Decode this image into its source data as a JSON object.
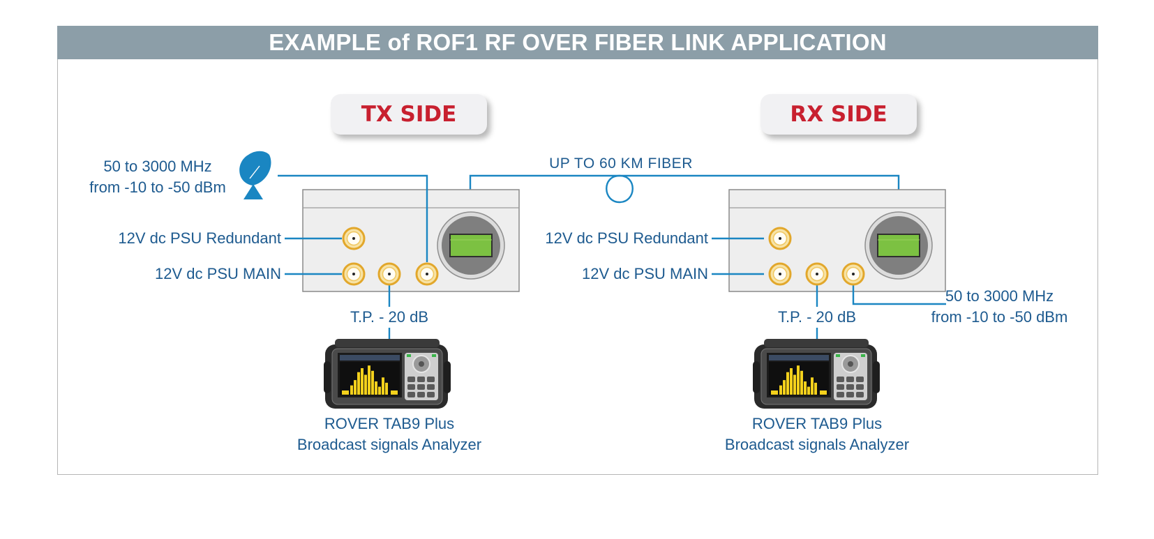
{
  "title": "EXAMPLE of ROF1 RF OVER FIBER LINK APPLICATION",
  "colors": {
    "banner": "#8c9ea8",
    "line": "#1a86c2",
    "text": "#1d5a8f",
    "side_label": "#c8202f",
    "connector_gold": "#e2a72b",
    "lcd_green": "#7cc142",
    "box_fill": "#eeeeee"
  },
  "fiber_label": "UP TO 60 KM FIBER",
  "tx": {
    "side_label": "TX SIDE",
    "rf_input": {
      "line1": "50 to 3000 MHz",
      "line2": "from -10 to -50 dBm"
    },
    "psu_redundant": "12V dc PSU Redundant",
    "psu_main": "12V dc PSU MAIN",
    "test_point": "T.P. - 20 dB",
    "analyzer": {
      "line1": "ROVER TAB9 Plus",
      "line2": "Broadcast signals Analyzer"
    },
    "antenna_icon": "satellite-dish-icon"
  },
  "rx": {
    "side_label": "RX SIDE",
    "rf_output": {
      "line1": "50 to 3000 MHz",
      "line2": "from -10 to -50 dBm"
    },
    "psu_redundant": "12V dc PSU Redundant",
    "psu_main": "12V dc PSU MAIN",
    "test_point": "T.P. - 20 dB",
    "analyzer": {
      "line1": "ROVER TAB9 Plus",
      "line2": "Broadcast signals Analyzer"
    }
  }
}
